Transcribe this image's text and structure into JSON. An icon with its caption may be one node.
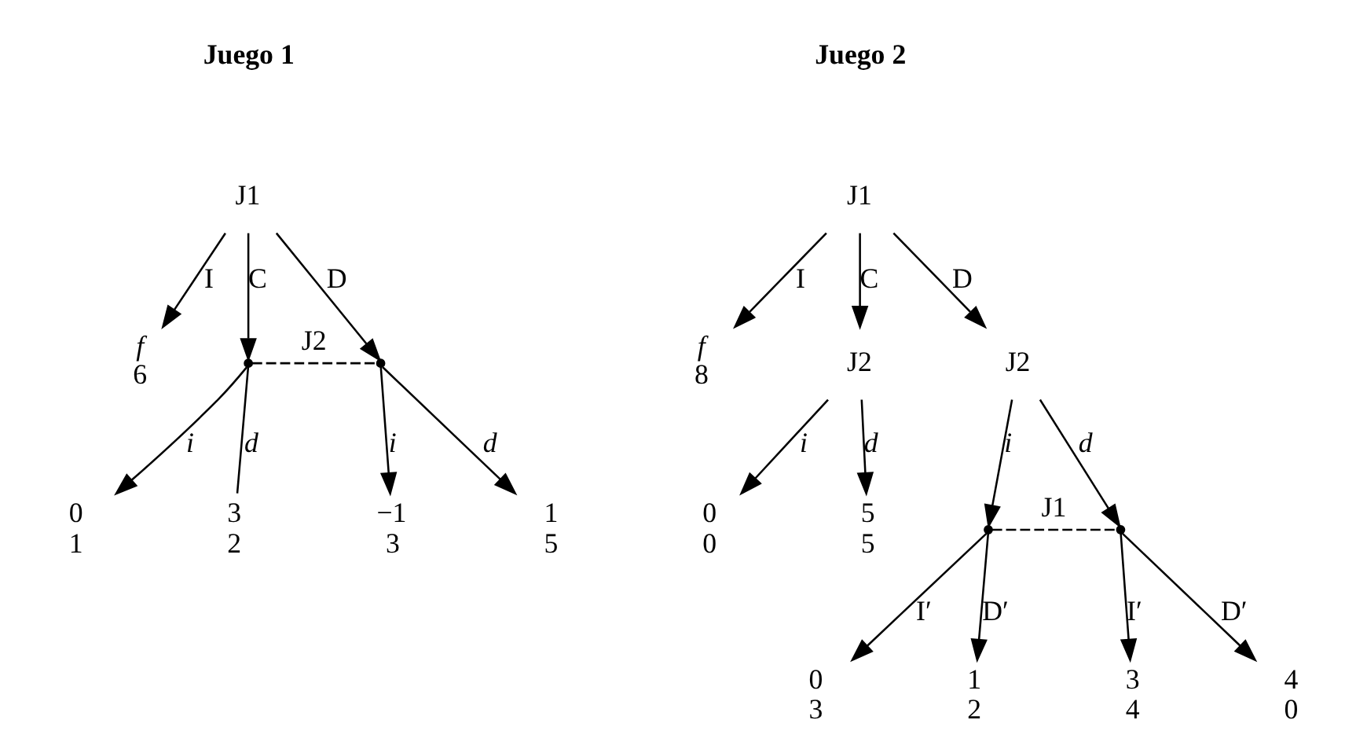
{
  "diagram": {
    "nodes": [
      {
        "text": [
          "J1"
        ]
      },
      {
        "text": [
          "f",
          "6"
        ]
      },
      {
        "text": [],
        "shape": "point"
      },
      {
        "text": [],
        "shape": "point"
      },
      {
        "text": [
          "0",
          "1"
        ]
      },
      {
        "text": [
          "3",
          "2"
        ]
      },
      {
        "text": [
          "−1",
          "3"
        ]
      },
      {
        "text": [
          "1",
          "5"
        ]
      },
      {
        "text": [
          "J1"
        ]
      },
      {
        "text": [
          "f",
          "8"
        ]
      },
      {
        "text": [
          "J2"
        ]
      },
      {
        "text": [
          "J2"
        ]
      },
      {
        "text": [
          "0",
          "0"
        ]
      },
      {
        "text": [
          "5",
          "5"
        ]
      },
      {
        "text": [],
        "shape": "point"
      },
      {
        "text": [],
        "shape": "point"
      },
      {
        "text": [
          "0",
          "3"
        ]
      },
      {
        "text": [
          "1",
          "2"
        ]
      },
      {
        "text": [
          "3",
          "4"
        ]
      },
      {
        "text": [
          "4",
          "0"
        ]
      }
    ],
    "edges": [
      {
        "from": 0,
        "to": 1,
        "arrow": "to",
        "label": "I"
      },
      {
        "from": 0,
        "to": 2,
        "arrow": "to",
        "label": "C"
      },
      {
        "from": 0,
        "to": 3,
        "arrow": "to",
        "label": "D"
      },
      {
        "from": 2,
        "to": 3,
        "arrow": "none",
        "label": "J2",
        "style": "dashed"
      },
      {
        "from": 2,
        "to": 4,
        "arrow": "to",
        "label": "i"
      },
      {
        "from": 2,
        "to": 5,
        "arrow": "none",
        "label": "d"
      },
      {
        "from": 3,
        "to": 6,
        "arrow": "to",
        "label": "i"
      },
      {
        "from": 3,
        "to": 7,
        "arrow": "to",
        "label": "d"
      },
      {
        "from": 8,
        "to": 9,
        "arrow": "to",
        "label": "I"
      },
      {
        "from": 8,
        "to": 10,
        "arrow": "to",
        "label": "C"
      },
      {
        "from": 8,
        "to": 11,
        "arrow": "to",
        "label": "D"
      },
      {
        "from": 10,
        "to": 12,
        "arrow": "to",
        "label": "i"
      },
      {
        "from": 10,
        "to": 13,
        "arrow": "to",
        "label": "d"
      },
      {
        "from": 11,
        "to": 14,
        "arrow": "to",
        "label": "i"
      },
      {
        "from": 11,
        "to": 15,
        "arrow": "to",
        "label": "d"
      },
      {
        "from": 14,
        "to": 15,
        "arrow": "none",
        "label": "J1",
        "style": "dashed"
      },
      {
        "from": 14,
        "to": 16,
        "arrow": "to",
        "label": "I′"
      },
      {
        "from": 14,
        "to": 17,
        "arrow": "to",
        "label": "D′"
      },
      {
        "from": 15,
        "to": 18,
        "arrow": "to",
        "label": "I′"
      },
      {
        "from": 15,
        "to": 19,
        "arrow": "to",
        "label": "D′"
      }
    ],
    "labels": [
      "Juego 1",
      "Juego 2"
    ]
  }
}
